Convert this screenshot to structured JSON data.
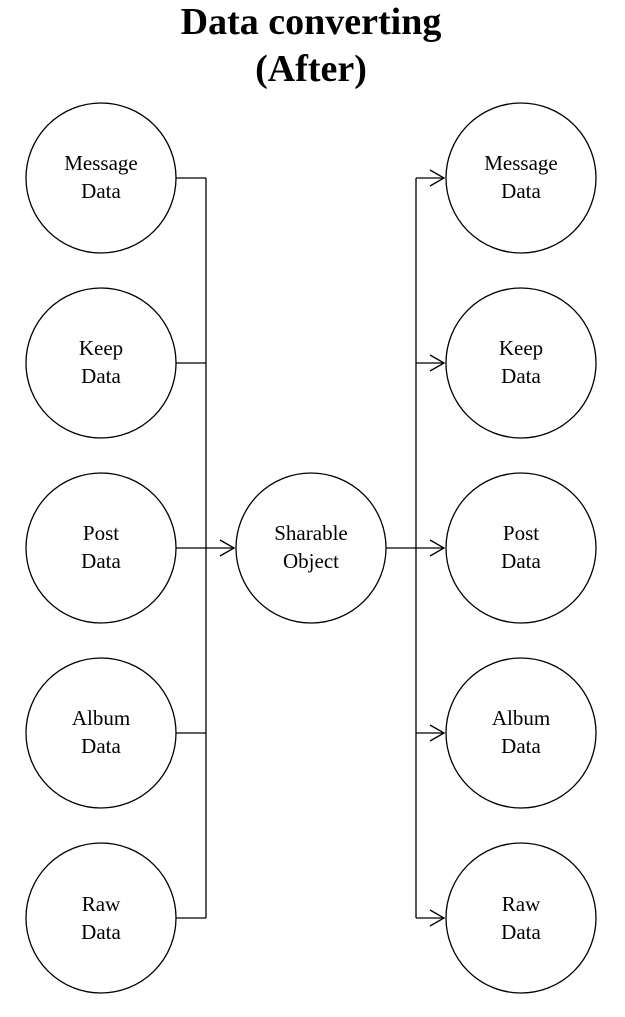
{
  "title": {
    "line1": "Data converting",
    "line2": "(After)"
  },
  "inputs": [
    {
      "line1": "Message",
      "line2": "Data"
    },
    {
      "line1": "Keep",
      "line2": "Data"
    },
    {
      "line1": "Post",
      "line2": "Data"
    },
    {
      "line1": "Album",
      "line2": "Data"
    },
    {
      "line1": "Raw",
      "line2": "Data"
    }
  ],
  "center": {
    "line1": "Sharable",
    "line2": "Object"
  },
  "outputs": [
    {
      "line1": "Message",
      "line2": "Data"
    },
    {
      "line1": "Keep",
      "line2": "Data"
    },
    {
      "line1": "Post",
      "line2": "Data"
    },
    {
      "line1": "Album",
      "line2": "Data"
    },
    {
      "line1": "Raw",
      "line2": "Data"
    }
  ]
}
